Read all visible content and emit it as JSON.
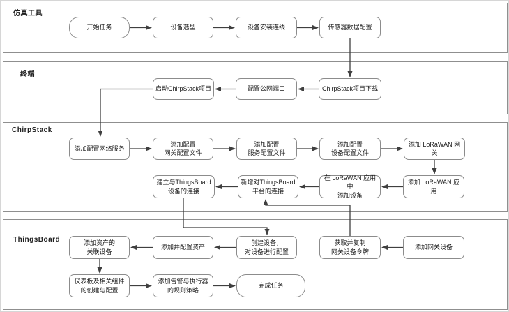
{
  "diagram": {
    "colors": {
      "box_fill": "#ffffff",
      "box_border": "#8c8c8c",
      "lane_border": "#8f8f8f",
      "arrow": "#3f3f3f",
      "text": "#1a1a1a"
    },
    "lanes": [
      {
        "label": "仿真工具"
      },
      {
        "label": "终端"
      },
      {
        "label": "ChirpStack"
      },
      {
        "label": "ThingsBoard"
      }
    ],
    "nodes": {
      "start": {
        "label": "开始任务",
        "type": "start",
        "lane": "仿真工具"
      },
      "device_select": {
        "label": "设备选型",
        "type": "process",
        "lane": "仿真工具"
      },
      "device_install": {
        "label": "设备安装连线",
        "type": "process",
        "lane": "仿真工具"
      },
      "sensor_config": {
        "label": "传感器数据配置",
        "type": "process",
        "lane": "仿真工具"
      },
      "launch_chirpstack": {
        "label": "启动ChirpStack项目",
        "type": "process",
        "lane": "终端"
      },
      "config_port": {
        "label": "配置公网端口",
        "type": "process",
        "lane": "终端"
      },
      "download_chirpstack": {
        "label": "ChirpStack项目下载",
        "type": "process",
        "lane": "终端"
      },
      "add_network_service": {
        "label": "添加配置网络服务",
        "type": "process",
        "lane": "ChirpStack"
      },
      "gw_config_file": {
        "label": "添加配置\n网关配置文件",
        "type": "process",
        "lane": "ChirpStack"
      },
      "svc_config_file": {
        "label": "添加配置\n服务配置文件",
        "type": "process",
        "lane": "ChirpStack"
      },
      "dev_config_file": {
        "label": "添加配置\n设备配置文件",
        "type": "process",
        "lane": "ChirpStack"
      },
      "add_lorawan_gw": {
        "label": "添加 LoRaWAN 网关",
        "type": "process",
        "lane": "ChirpStack"
      },
      "add_lorawan_app": {
        "label": "添加 LoRaWAN 应用",
        "type": "process",
        "lane": "ChirpStack"
      },
      "add_device_in_app": {
        "label": "在 LoRaWAN 应用中\n添加设备",
        "type": "process",
        "lane": "ChirpStack"
      },
      "new_tb_conn": {
        "label": "新增对ThingsBoard\n平台的连接",
        "type": "process",
        "lane": "ChirpStack"
      },
      "establish_tb_device": {
        "label": "建立与ThingsBoard\n设备的连接",
        "type": "process",
        "lane": "ChirpStack"
      },
      "create_device": {
        "label": "创建设备，\n对设备进行配置",
        "type": "process",
        "lane": "ThingsBoard"
      },
      "get_token": {
        "label": "获取并复制\n网关设备令牌",
        "type": "process",
        "lane": "ThingsBoard"
      },
      "add_gw_device": {
        "label": "添加网关设备",
        "type": "process",
        "lane": "ThingsBoard"
      },
      "add_config_asset": {
        "label": "添加并配置资产",
        "type": "process",
        "lane": "ThingsBoard"
      },
      "add_asset_device": {
        "label": "添加资产的\n关联设备",
        "type": "process",
        "lane": "ThingsBoard"
      },
      "dashboard": {
        "label": "仪表板及相关组件\n的创建与配置",
        "type": "process",
        "lane": "ThingsBoard"
      },
      "alarm_rules": {
        "label": "添加告警与执行器\n的规则策略",
        "type": "process",
        "lane": "ThingsBoard"
      },
      "finish": {
        "label": "完成任务",
        "type": "end",
        "lane": "ThingsBoard"
      }
    },
    "edges": [
      {
        "from": "start",
        "to": "device_select"
      },
      {
        "from": "device_select",
        "to": "device_install"
      },
      {
        "from": "device_install",
        "to": "sensor_config"
      },
      {
        "from": "sensor_config",
        "to": "download_chirpstack"
      },
      {
        "from": "download_chirpstack",
        "to": "config_port"
      },
      {
        "from": "config_port",
        "to": "launch_chirpstack"
      },
      {
        "from": "launch_chirpstack",
        "to": "add_network_service"
      },
      {
        "from": "add_network_service",
        "to": "gw_config_file"
      },
      {
        "from": "gw_config_file",
        "to": "svc_config_file"
      },
      {
        "from": "svc_config_file",
        "to": "dev_config_file"
      },
      {
        "from": "dev_config_file",
        "to": "add_lorawan_gw"
      },
      {
        "from": "add_lorawan_gw",
        "to": "add_lorawan_app"
      },
      {
        "from": "add_lorawan_app",
        "to": "add_device_in_app"
      },
      {
        "from": "add_device_in_app",
        "to": "new_tb_conn"
      },
      {
        "from": "new_tb_conn",
        "to": "establish_tb_device"
      },
      {
        "from": "establish_tb_device",
        "to": "create_device"
      },
      {
        "from": "add_gw_device",
        "to": "get_token"
      },
      {
        "from": "get_token",
        "to": "new_tb_conn"
      },
      {
        "from": "create_device",
        "to": "add_config_asset"
      },
      {
        "from": "add_config_asset",
        "to": "add_asset_device"
      },
      {
        "from": "add_asset_device",
        "to": "dashboard"
      },
      {
        "from": "dashboard",
        "to": "alarm_rules"
      },
      {
        "from": "alarm_rules",
        "to": "finish"
      }
    ]
  }
}
